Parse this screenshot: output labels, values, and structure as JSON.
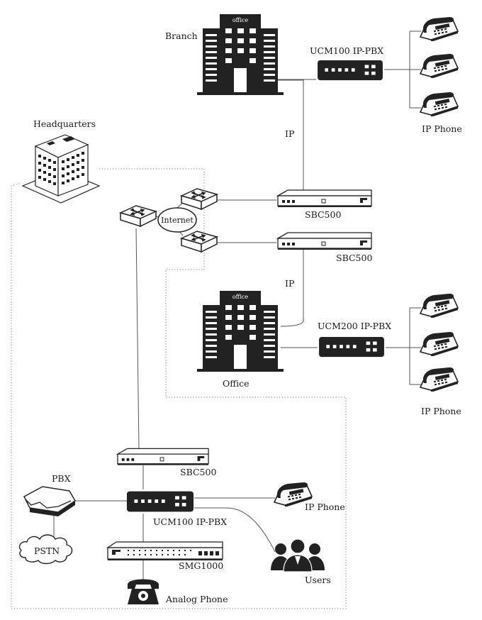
{
  "labels": {
    "branch": "Branch",
    "headquarters": "Headquarters",
    "office_sign_top": "office",
    "office_sign_mid": "office",
    "office": "Office",
    "ucm100_top": "UCM100 IP-PBX",
    "ucm200": "UCM200 IP-PBX",
    "ucm100_bottom": "UCM100 IP-PBX",
    "ip_top": "IP",
    "ip_mid": "IP",
    "ip_phone_top": "IP Phone",
    "ip_phone_mid": "IP Phone",
    "ip_phone_bottom": "IP Phone",
    "sbc500_top": "SBC500",
    "sbc500_mid": "SBC500",
    "sbc500_bottom": "SBC500",
    "internet": "Internet",
    "pbx": "PBX",
    "pstn": "PSTN",
    "smg1000": "SMG1000",
    "analog_phone": "Analog Phone",
    "users": "Users"
  },
  "icons": {
    "building": "office-building-icon",
    "hq": "headquarters-building-icon",
    "pbx_appliance": "ip-pbx-icon",
    "sbc": "session-border-controller-icon",
    "router": "router-icon",
    "phone": "ip-phone-icon",
    "cloud": "cloud-icon",
    "gateway": "gateway-icon",
    "analog": "analog-phone-icon",
    "users": "users-icon"
  },
  "colors": {
    "ink": "#222222",
    "line": "#555555",
    "boundary": "#777777"
  }
}
